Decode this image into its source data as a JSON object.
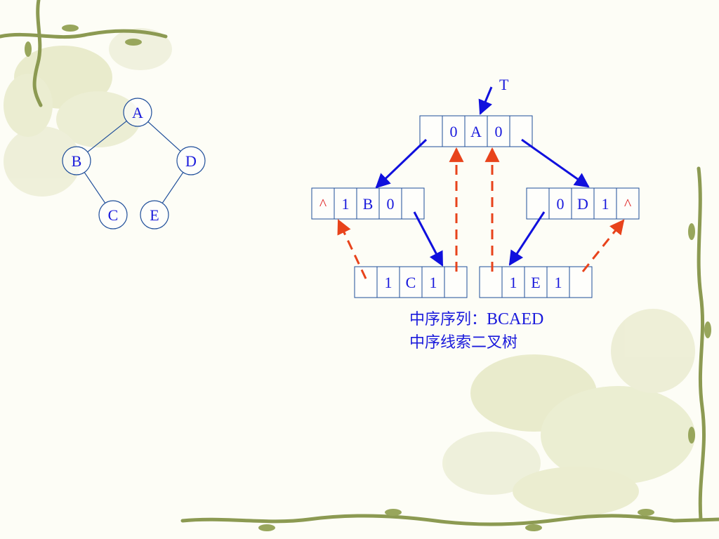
{
  "colors": {
    "text": "#1a1adc",
    "line": "#1f4e9a",
    "child_link": "#1010dd",
    "thread_link": "#e8431b",
    "thread_caret": "#e02020",
    "vine": "#8c9a52",
    "blossom": "#dfe2b6"
  },
  "tree": {
    "nodes": [
      {
        "id": "A",
        "label": "A"
      },
      {
        "id": "B",
        "label": "B"
      },
      {
        "id": "D",
        "label": "D"
      },
      {
        "id": "C",
        "label": "C"
      },
      {
        "id": "E",
        "label": "E"
      }
    ],
    "edges": [
      [
        "A",
        "B"
      ],
      [
        "A",
        "D"
      ],
      [
        "B",
        "C"
      ],
      [
        "D",
        "E"
      ]
    ]
  },
  "threaded_tree": {
    "head_pointer": "T",
    "records": [
      {
        "id": "A",
        "cells": [
          "",
          "0",
          "A",
          "0",
          ""
        ]
      },
      {
        "id": "B",
        "cells": [
          "^",
          "1",
          "B",
          "0",
          ""
        ]
      },
      {
        "id": "D",
        "cells": [
          "",
          "0",
          "D",
          "1",
          "^"
        ]
      },
      {
        "id": "C",
        "cells": [
          "",
          "1",
          "C",
          "1",
          ""
        ]
      },
      {
        "id": "E",
        "cells": [
          "",
          "1",
          "E",
          "1",
          ""
        ]
      }
    ],
    "child_links": [
      [
        "A",
        "B"
      ],
      [
        "A",
        "D"
      ],
      [
        "B",
        "C"
      ],
      [
        "D",
        "E"
      ]
    ],
    "thread_links": [
      [
        "C",
        "B"
      ],
      [
        "C",
        "A"
      ],
      [
        "E",
        "A"
      ],
      [
        "E",
        "D"
      ]
    ]
  },
  "caption": {
    "line1_cn": "中序序列：",
    "line1_latin": "BCAED",
    "line2": "中序线索二叉树"
  }
}
